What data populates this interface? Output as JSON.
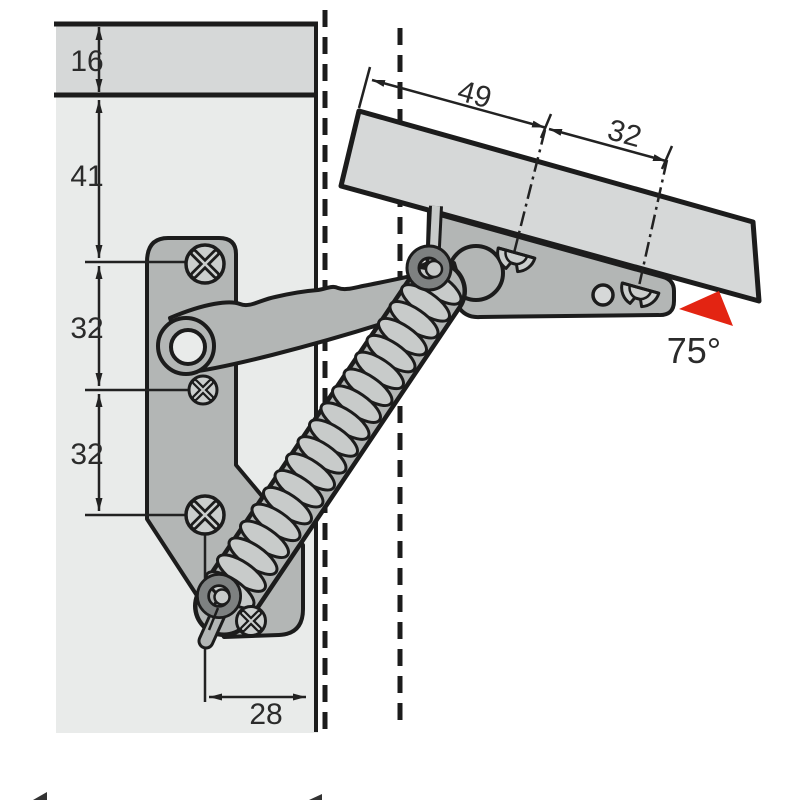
{
  "dimensions": {
    "vertical": [
      "16",
      "41",
      "32",
      "32"
    ],
    "flap": [
      "49",
      "32"
    ],
    "bottom": [
      "28"
    ],
    "angle": "75°"
  },
  "colors": {
    "outline": "#1c1c1c",
    "metal": "#b3b6b5",
    "spring_coil": "#c8cbca",
    "spring_hook": "#7e8181",
    "panel": "#e9ebea",
    "panel_band": "#d6d8d8",
    "flap": "#d6d8d8",
    "screw": "#cbcecd",
    "accent_red": "#e32412",
    "dimension_lines": "#222222"
  }
}
